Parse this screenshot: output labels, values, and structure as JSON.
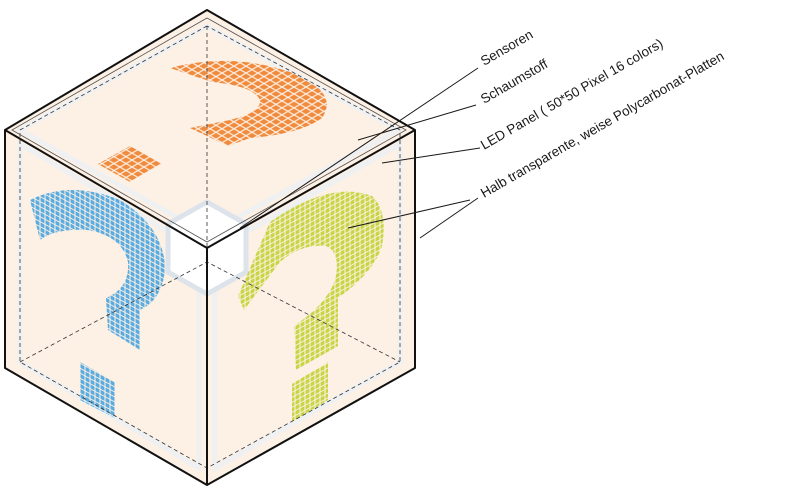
{
  "labels": [
    {
      "id": "sensoren",
      "text": "Sensoren"
    },
    {
      "id": "schaumstoff",
      "text": "Schaumstoff"
    },
    {
      "id": "led-panel",
      "text": "LED Panel ( 50*50 Pixel 16 colors)"
    },
    {
      "id": "platten",
      "text": "Halb transparente, weise Polycarbonat-Platten"
    }
  ],
  "colors": {
    "face": "#fdf0e4",
    "foam": "#eef1f4",
    "orange": "#f08a3c",
    "blue": "#5aace0",
    "green": "#c8d545",
    "edge": "#111111"
  }
}
